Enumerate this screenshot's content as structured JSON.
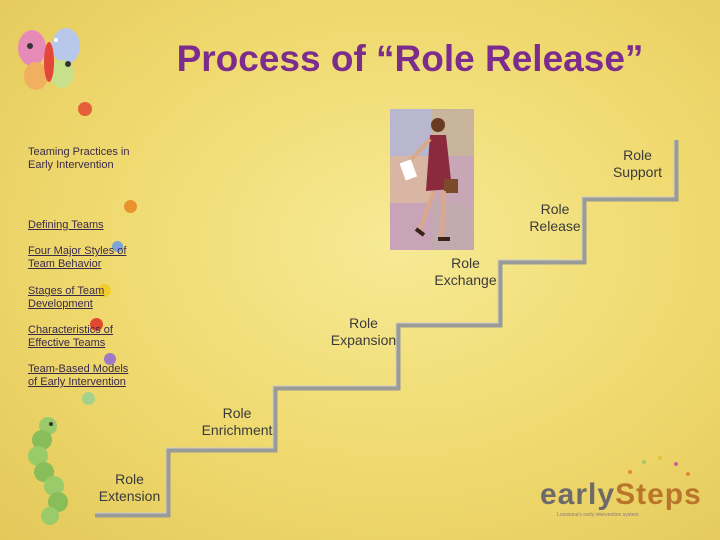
{
  "slide": {
    "title": "Process of “Role Release”"
  },
  "sidebar": {
    "heading": "Teaming Practices in Early Intervention",
    "links": [
      "Defining Teams",
      "Four Major Styles of Team Behavior",
      "Stages of Team Development",
      "Characteristics of Effective Teams",
      "Team-Based Models of Early Intervention"
    ]
  },
  "steps": [
    "Role Extension",
    "Role Enrichment",
    "Role Expansion",
    "Role Exchange",
    "Role Release",
    "Role Support"
  ],
  "logo": {
    "part1": "early",
    "part2": "Steps",
    "tagline": "Louisiana's early intervention system"
  },
  "colors": {
    "title": "#7b2c8c",
    "background": "#f2df78",
    "stairs": "#6e6e6e"
  },
  "icons": [
    "butterfly-icon",
    "caterpillar-icon",
    "photo-businesswoman"
  ]
}
